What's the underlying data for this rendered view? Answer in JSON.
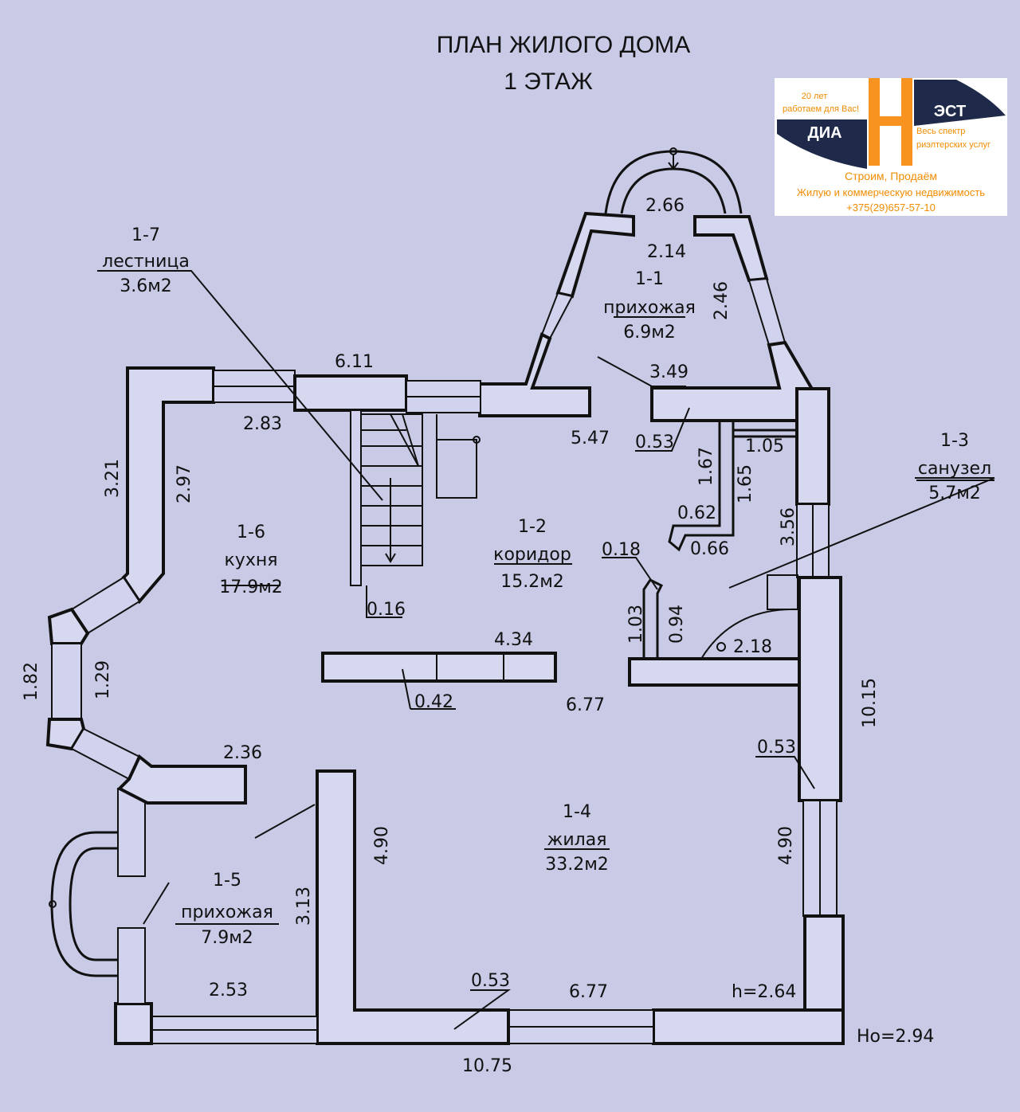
{
  "title": {
    "line1": "ПЛАН ЖИЛОГО ДОМА",
    "line2": "1 ЭТАЖ"
  },
  "logo": {
    "tagline1": "20 лет",
    "tagline2": "работаем для Вас!",
    "left_word": "ДИА",
    "letter": "Н",
    "right_word": "ЭСТ",
    "service1": "Весь спектр",
    "service2": "риэлтерских услуг",
    "slogan1": "Строим, Продаём",
    "slogan2": "Жилую и коммерческую недвижимость",
    "phone": "+375(29)657-57-10",
    "colors": {
      "orange": "#f7931e",
      "navy": "#1f2a4a"
    }
  },
  "rooms": [
    {
      "id": "1-1",
      "name": "прихожая",
      "area": "6.9м2"
    },
    {
      "id": "1-2",
      "name": "коридор",
      "area": "15.2м2"
    },
    {
      "id": "1-3",
      "name": "санузел",
      "area": "5.7м2"
    },
    {
      "id": "1-4",
      "name": "жилая",
      "area": "33.2м2"
    },
    {
      "id": "1-5",
      "name": "прихожая",
      "area": "7.9м2"
    },
    {
      "id": "1-6",
      "name": "кухня",
      "area": "17.9м2"
    },
    {
      "id": "1-7",
      "name": "лестница",
      "area": "3.6м2"
    }
  ],
  "dimensions": [
    "2.66",
    "2.14",
    "2.46",
    "3.49",
    "6.11",
    "2.83",
    "5.47",
    "0.53",
    "1.05",
    "1.67",
    "1.65",
    "0.62",
    "0.66",
    "3.56",
    "0.18",
    "1.03",
    "0.94",
    "2.18",
    "3.21",
    "2.97",
    "0.16",
    "4.34",
    "0.42",
    "6.77",
    "1.82",
    "1.29",
    "2.36",
    "10.15",
    "0.53",
    "4.90",
    "4.90",
    "3.13",
    "2.53",
    "0.53",
    "6.77",
    "h=2.64",
    "Ho=2.94",
    "10.75"
  ]
}
